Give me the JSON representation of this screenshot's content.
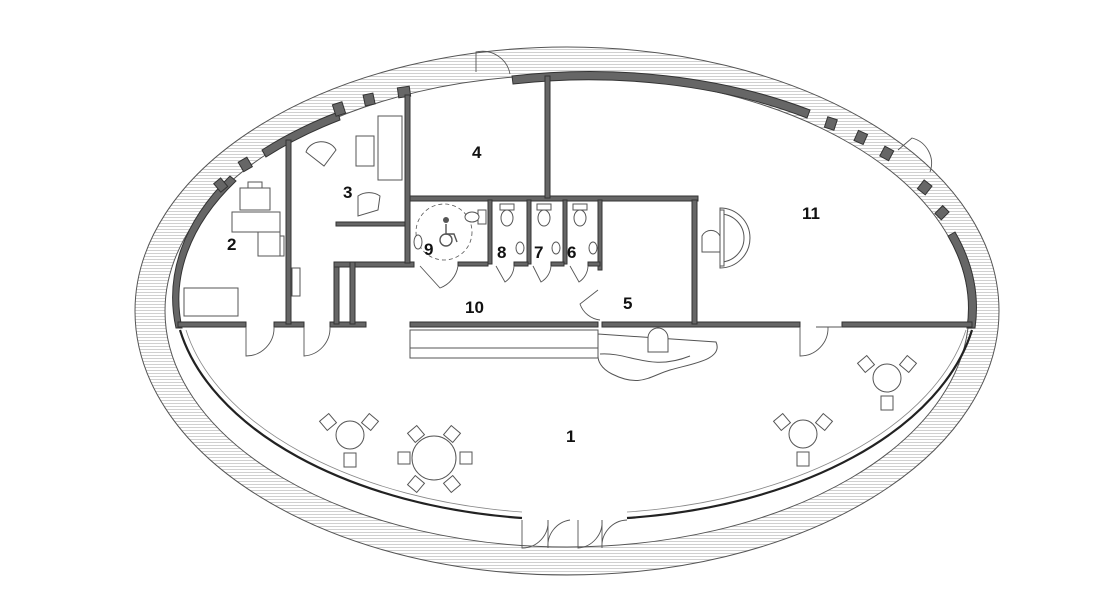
{
  "floor_plan": {
    "room_labels": [
      {
        "id": "1",
        "text": "1"
      },
      {
        "id": "2",
        "text": "2"
      },
      {
        "id": "3",
        "text": "3"
      },
      {
        "id": "4",
        "text": "4"
      },
      {
        "id": "5",
        "text": "5"
      },
      {
        "id": "6",
        "text": "6"
      },
      {
        "id": "7",
        "text": "7"
      },
      {
        "id": "8",
        "text": "8"
      },
      {
        "id": "9",
        "text": "9"
      },
      {
        "id": "10",
        "text": "10"
      },
      {
        "id": "11",
        "text": "11"
      }
    ],
    "colors": {
      "wall_fill": "#666666",
      "line": "#555555",
      "hatch": "#bbbbbb",
      "background": "#ffffff"
    },
    "icons": [
      "accessible-toilet-icon",
      "table-with-chairs-icon",
      "sink-icon",
      "toilet-icon",
      "door-swing-icon"
    ]
  }
}
